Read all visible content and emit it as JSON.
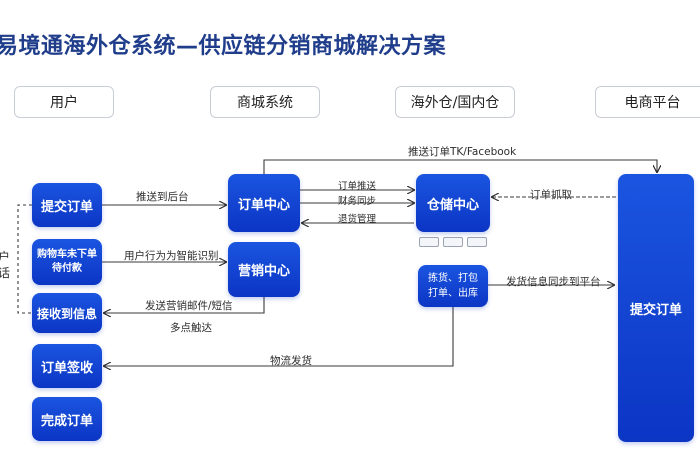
{
  "title": "易境通海外仓系统—供应链分销商城解决方案",
  "columns": [
    "用户",
    "商城系统",
    "海外仓/国内仓",
    "电商平台"
  ],
  "side_text": [
    "户",
    "话"
  ],
  "nodes": {
    "submit_order": "提交订单",
    "cart_unpaid": "购物车未下单待付款",
    "receive_info": "接收到信息",
    "order_sign": "订单签收",
    "complete_order": "完成订单",
    "order_center": "订单中心",
    "marketing_center": "营销中心",
    "warehouse_center": "仓储中心",
    "pick_pack_line1": "拣货、打包",
    "pick_pack_line2": "打单、出库",
    "platform_submit": "提交订单"
  },
  "arrows": {
    "push_backend": "推送到后台",
    "user_behavior": "用户行为为智能识别",
    "send_marketing": "发送营销邮件/短信",
    "multi_touch": "多点触达",
    "order_push": "订单推送",
    "finance_sync": "财务同步",
    "return_mgmt": "退货管理",
    "push_tk": "推送订单TK/Facebook",
    "order_grab": "订单抓取",
    "ship_sync": "发货信息同步到平台",
    "logistics": "物流发货"
  }
}
